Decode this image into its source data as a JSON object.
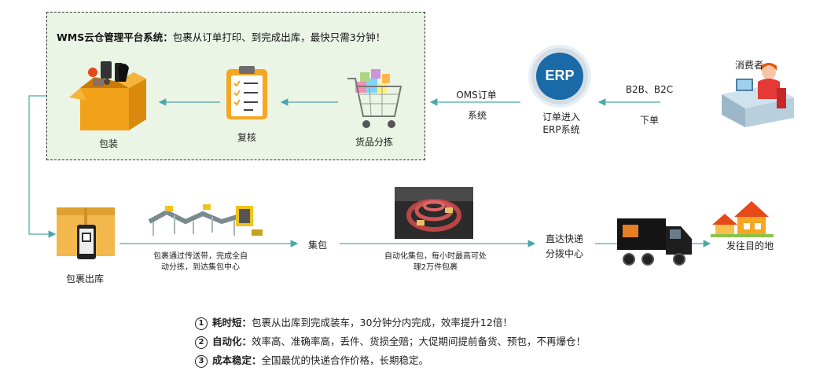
{
  "wms": {
    "title_bold": "WMS云仓管理平台系统：",
    "title_rest": "包裹从订单打印、到完成出库，最快只需3分钟！"
  },
  "steps": {
    "package": "包装",
    "recheck": "复核",
    "picking": "货品分拣",
    "oms_line1": "OMS订单",
    "oms_line2": "系统",
    "erp_logo": "ERP",
    "erp_line1": "订单进入",
    "erp_line2": "ERP系统",
    "b2b": "B2B、B2C",
    "order": "下单",
    "consumer": "消费者",
    "outbound": "包裹出库",
    "conveyor_line1": "包裹通过传送带，完成全自",
    "conveyor_line2": "动分拣，到达集包中心",
    "collect": "集包",
    "auto_line1": "自动化集包，每小时最高可处",
    "auto_line2": "理2万件包裹",
    "direct_line1": "直达快递",
    "direct_line2": "分拨中心",
    "destination": "发往目的地"
  },
  "features": [
    {
      "num": "1",
      "title": "耗时短：",
      "text": "包裹从出库到完成装车，30分钟分内完成，效率提升12倍！"
    },
    {
      "num": "2",
      "title": "自动化：",
      "text": "效率高、准确率高，丢件、货损全赔；大促期间提前备货、预包，不再爆仓！"
    },
    {
      "num": "3",
      "title": "成本稳定：",
      "text": "全国最优的快递合作价格，长期稳定。"
    }
  ],
  "colors": {
    "arrow": "#4aa8a8",
    "box_bg": "#eaf5e6",
    "erp_blue": "#1a6aa8"
  }
}
